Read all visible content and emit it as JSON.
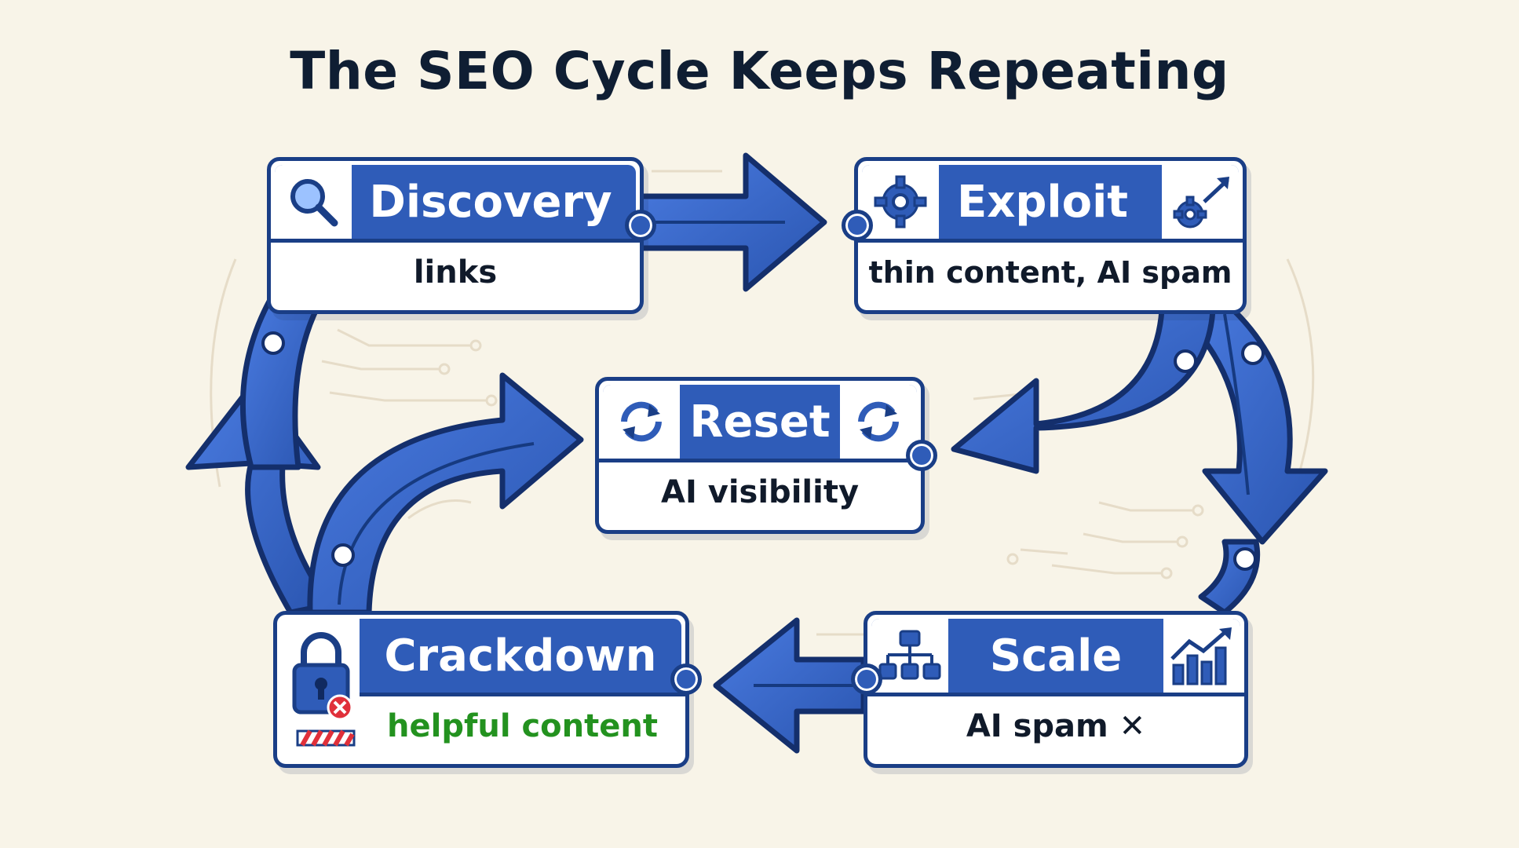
{
  "title": "The SEO Cycle Keeps Repeating",
  "colors": {
    "background": "#f8f4e8",
    "card_header": "#2f5cb8",
    "card_border": "#1a3e86",
    "arrow_fill": "#2f5cb8",
    "helpful_text": "#23921f",
    "lock_badge": "#e0303a"
  },
  "stages": [
    {
      "name": "Discovery",
      "detail": "links",
      "icon": "magnifier-icon"
    },
    {
      "name": "Exploit",
      "detail": "thin content, AI spam",
      "icon": "gear-icon",
      "icon_right": "gear-trend-arrow-icon"
    },
    {
      "name": "Reset",
      "detail": "AI visibility",
      "icon": "refresh-icon",
      "icon_right": "refresh-icon"
    },
    {
      "name": "Scale",
      "detail": "AI spam ✕",
      "icon": "hierarchy-icon",
      "icon_right": "growth-chart-icon"
    },
    {
      "name": "Crackdown",
      "detail": "helpful content",
      "icon": "lock-blocked-icon"
    }
  ]
}
